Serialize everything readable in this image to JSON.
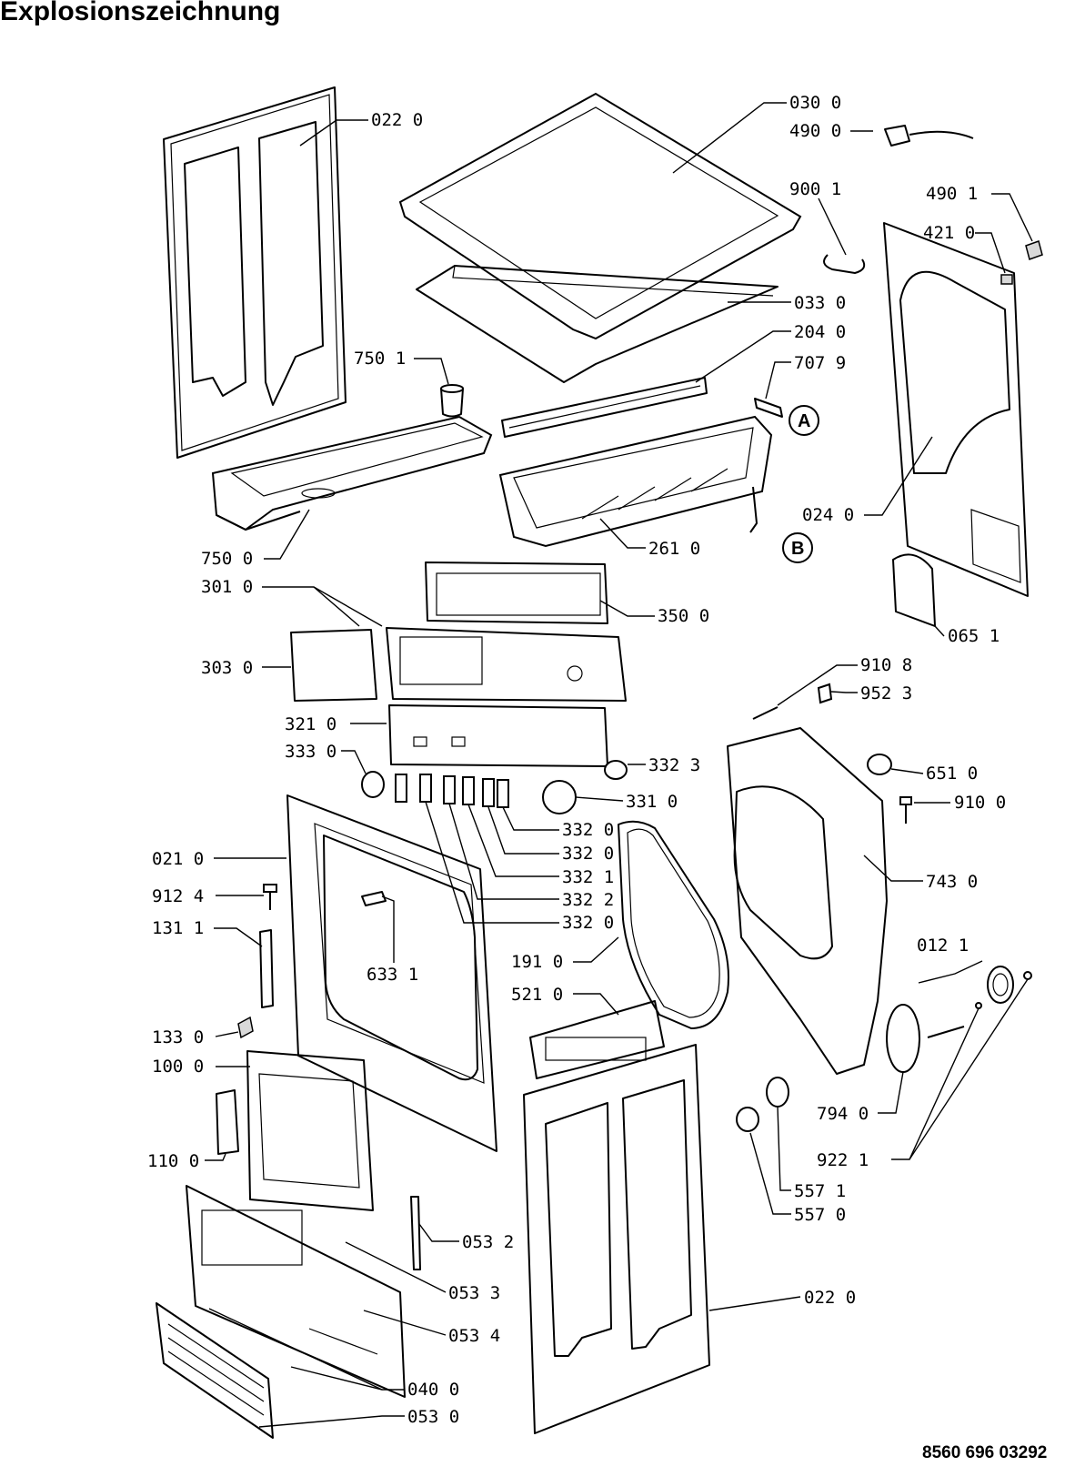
{
  "title": "Explosionszeichnung",
  "document_number": "8560 696 03292",
  "callouts": [
    "A",
    "B"
  ],
  "part_labels": [
    "022 0",
    "030 0",
    "490 0",
    "900 1",
    "490 1",
    "421 0",
    "033 0",
    "204 0",
    "750 1",
    "707 9",
    "750 0",
    "261 0",
    "024 0",
    "301 0",
    "350 0",
    "065 1",
    "303 0",
    "910 8",
    "952 3",
    "321 0",
    "333 0",
    "332 3",
    "651 0",
    "331 0",
    "910 0",
    "332 0",
    "021 0",
    "332 0",
    "743 0",
    "332 1",
    "912 4",
    "332 2",
    "332 0",
    "131 1",
    "633 1",
    "191 0",
    "012 1",
    "521 0",
    "133 0",
    "100 0",
    "794 0",
    "110 0",
    "922 1",
    "557 1",
    "557 0",
    "053 2",
    "022 0",
    "053 3",
    "053 4",
    "040 0",
    "053 0"
  ]
}
